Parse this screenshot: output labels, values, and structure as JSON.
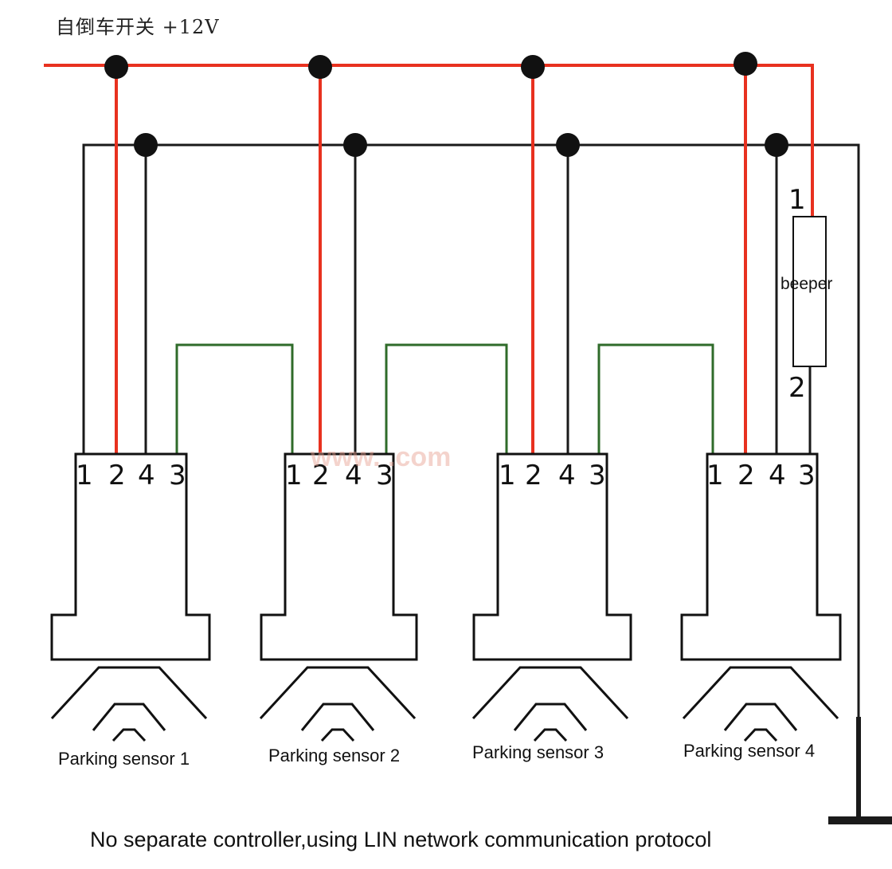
{
  "header": {
    "power_label": "自倒车开关 +12V"
  },
  "beeper": {
    "label": "beeper",
    "pin_top": "1",
    "pin_bottom": "2"
  },
  "sensors": [
    {
      "label": "Parking sensor 1",
      "pins": [
        "1",
        "2",
        "4",
        "3"
      ]
    },
    {
      "label": "Parking sensor 2",
      "pins": [
        "1",
        "2",
        "4",
        "3"
      ]
    },
    {
      "label": "Parking sensor 3",
      "pins": [
        "1",
        "2",
        "4",
        "3"
      ]
    },
    {
      "label": "Parking sensor 4",
      "pins": [
        "1",
        "2",
        "4",
        "3"
      ]
    }
  ],
  "watermark": {
    "text": "www.        .com"
  },
  "footer": {
    "caption": "No separate controller,using LIN network communication protocol"
  },
  "colors": {
    "power_wire": "#e8311f",
    "ground_wire": "#1a1a1a",
    "lin_wire": "#2f6b2a"
  }
}
